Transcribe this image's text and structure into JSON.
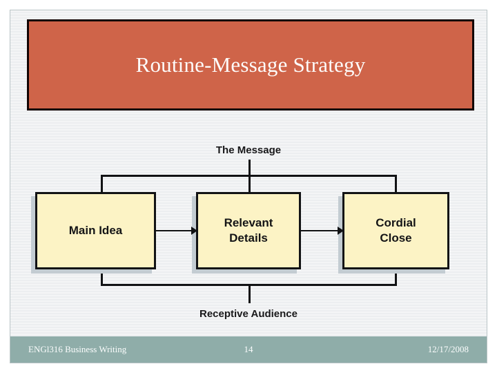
{
  "slide": {
    "title": "Routine-Message Strategy",
    "theme": {
      "title_bg": "#cf6449",
      "title_border": "#120404",
      "title_text_color": "#fdfbfa",
      "slide_bg": "#f1f3f4",
      "slide_border": "#b9c4c6",
      "box_fill": "#fcf3c5",
      "box_border": "#121315",
      "box_shadow": "#c3ccd2",
      "connector": "#111214",
      "footer_bg": "#8fada9",
      "footer_text_color": "#fbfdfd"
    }
  },
  "diagram": {
    "type": "flow",
    "top_label": "The Message",
    "bottom_label": "Receptive Audience",
    "nodes": [
      {
        "id": "main-idea",
        "label": "Main Idea"
      },
      {
        "id": "relevant-details",
        "label": "Relevant\nDetails"
      },
      {
        "id": "cordial-close",
        "label": "Cordial\nClose"
      }
    ],
    "arrows": [
      {
        "from": "main-idea",
        "to": "relevant-details"
      },
      {
        "from": "relevant-details",
        "to": "cordial-close"
      }
    ]
  },
  "footer": {
    "course": "ENGl316 Business Writing",
    "page": "14",
    "date": "12/17/2008"
  }
}
